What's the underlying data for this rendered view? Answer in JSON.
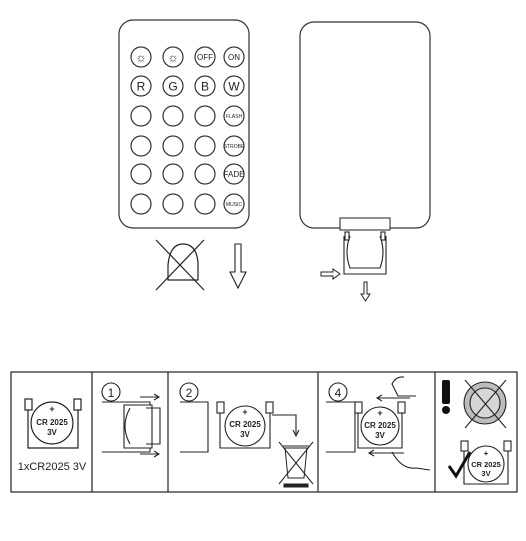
{
  "remote": {
    "buttons": [
      [
        "☼",
        "☼",
        "OFF",
        "ON"
      ],
      [
        "R",
        "G",
        "B",
        "W"
      ],
      [
        "",
        "",
        "",
        "FLASH"
      ],
      [
        "",
        "",
        "",
        "STROBE"
      ],
      [
        "",
        "",
        "",
        "FADE"
      ],
      [
        "",
        "",
        "",
        "MUSIC"
      ]
    ]
  },
  "battery": {
    "plus": "+",
    "model": "CR 2025",
    "voltage": "3V",
    "caption": "1xCR2025 3V"
  },
  "steps": [
    "1",
    "2",
    "4"
  ],
  "icons": [
    "no-pressure-icon",
    "arrow-down-icon",
    "recycle-bin-crossed-icon",
    "warning-icon",
    "check-icon"
  ]
}
